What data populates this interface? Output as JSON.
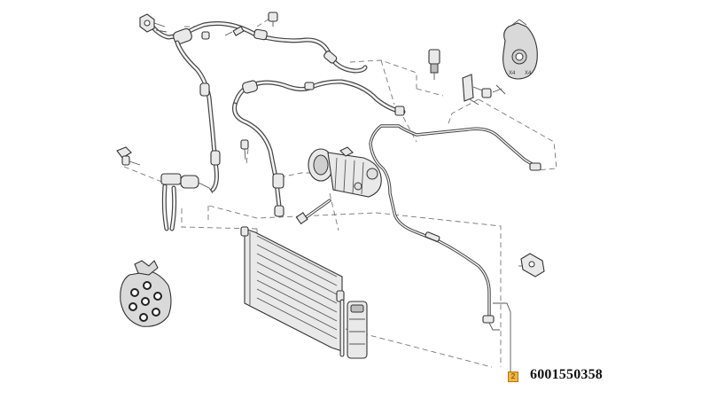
{
  "callout": {
    "index": "2",
    "part_number": "6001550358",
    "badge_color": "#f2b33d"
  },
  "seal_kit_label": "X4",
  "icons": [
    "hose-assembly",
    "compressor",
    "condenser",
    "dryer-bottle",
    "seal-kit-bag",
    "o-ring-bag",
    "clip",
    "bolt"
  ]
}
